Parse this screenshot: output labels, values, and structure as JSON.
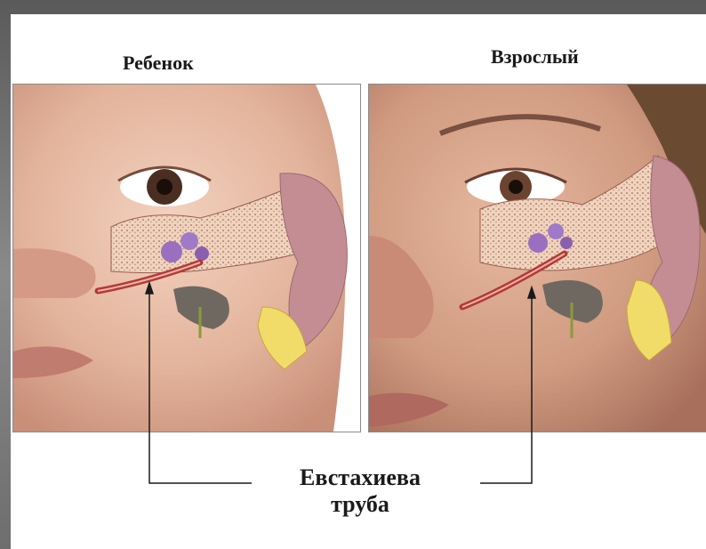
{
  "labels": {
    "child": "Ребенок",
    "adult": "Взрослый",
    "caption_line1": "Евстахиева",
    "caption_line2": "труба"
  },
  "colors": {
    "skin_light": "#e9c3ac",
    "skin_mid": "#d9a48c",
    "skin_dark": "#b87c66",
    "bone": "#efd3bd",
    "bone_speckle": "#a36a5a",
    "ossicles": "#9a6fc0",
    "tube": "#b13a36",
    "cartilage_yellow": "#f1dc6a",
    "inner_gray": "#6f6861",
    "pinna": "#c48d93"
  }
}
